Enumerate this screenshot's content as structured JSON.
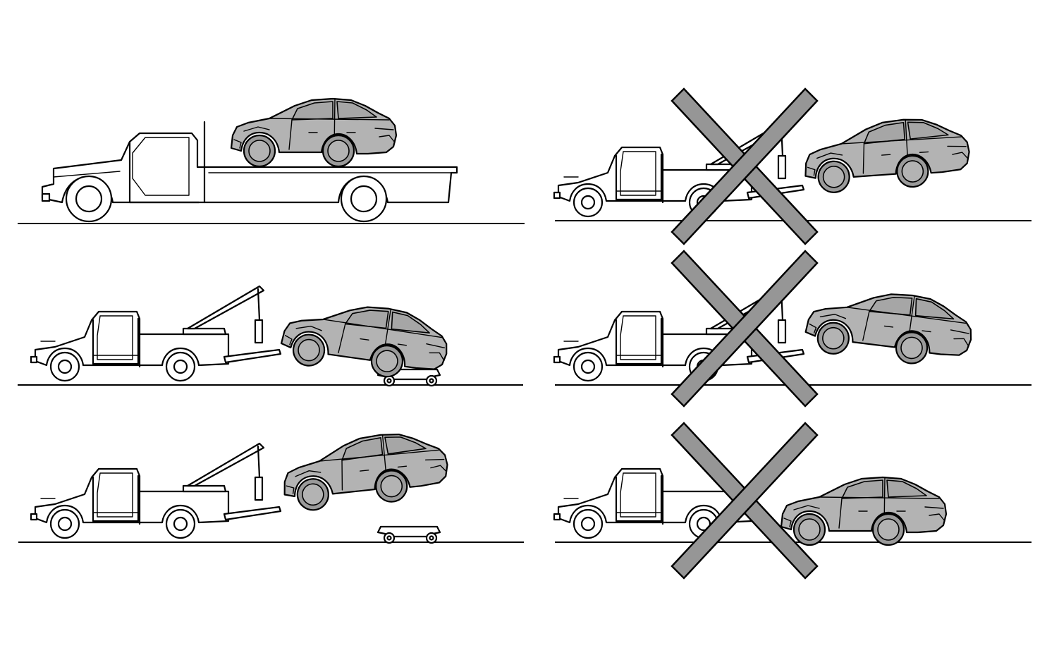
{
  "figure": {
    "panels": [
      {
        "id": "flatbed",
        "method": "flatbed-carrier",
        "allowed": true
      },
      {
        "id": "wheel-lift-front-dollies",
        "method": "wheel-lift-with-dollies",
        "allowed": true
      },
      {
        "id": "wheel-lift-rear-dollies",
        "method": "wheel-lift-with-dollies",
        "allowed": true
      },
      {
        "id": "wheel-lift-rear-no-dollies",
        "method": "wheel-lift-without-dollies",
        "allowed": false
      },
      {
        "id": "wheel-lift-front-no-dollies",
        "method": "wheel-lift-without-dollies",
        "allowed": false
      },
      {
        "id": "flat-tow",
        "method": "towing-on-all-wheels",
        "allowed": false
      }
    ],
    "colors": {
      "vehicle_fill": "#b3b3b3",
      "prohibited_mark": "#969696",
      "line": "#000000",
      "background": "#ffffff"
    },
    "icons": {
      "prohibited": "x-mark-icon",
      "dolly": "dolly-icon"
    }
  }
}
